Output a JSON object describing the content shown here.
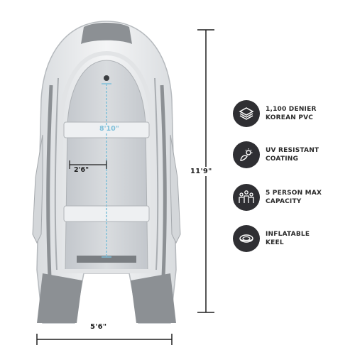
{
  "dimensions": {
    "length": "11'9\"",
    "width": "5'6\"",
    "floor_length": "8'10\"",
    "floor_width": "2'6\""
  },
  "features": [
    {
      "line1": "1,100 DENIER",
      "line2": "KOREAN PVC",
      "icon": "layers-icon"
    },
    {
      "line1": "UV RESISTANT",
      "line2": "COATING",
      "icon": "sun-leaf-icon"
    },
    {
      "line1": "5 PERSON MAX",
      "line2": "CAPACITY",
      "icon": "people-icon"
    },
    {
      "line1": "INFLATABLE",
      "line2": "KEEL",
      "icon": "keel-icon"
    }
  ],
  "colors": {
    "tube": "#e6e8ea",
    "accent_gray": "#8c9094",
    "floor": "#cfd2d6",
    "measure_line": "#7fbfd9",
    "dim_line": "#1f1f1f",
    "badge": "#2f2f33"
  }
}
